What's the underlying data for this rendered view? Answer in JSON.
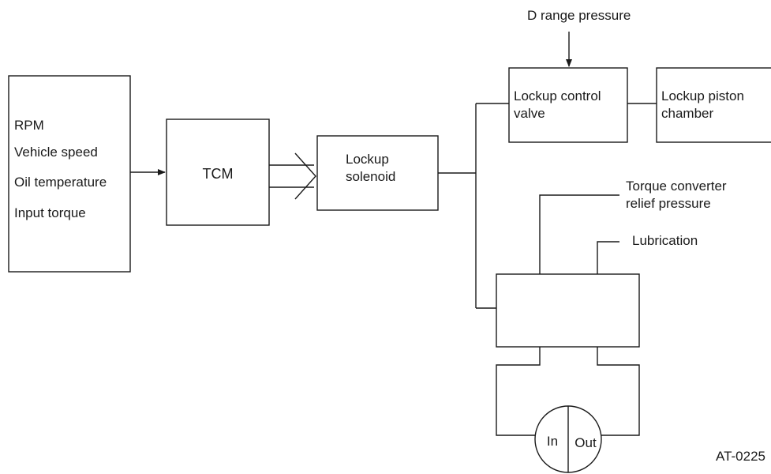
{
  "inputs_box": {
    "lines": [
      "RPM",
      "Vehicle speed",
      "Oil temperature",
      "Input torque"
    ]
  },
  "tcm_box": {
    "label": "TCM"
  },
  "solenoid_box": {
    "line1": "Lockup",
    "line2": "solenoid"
  },
  "control_valve_box": {
    "line1": "Lockup control",
    "line2": "valve"
  },
  "piston_box": {
    "line1": "Lockup piston",
    "line2": "chamber"
  },
  "d_range_label": "D range pressure",
  "relief_label": {
    "line1": "Torque converter",
    "line2": "relief pressure"
  },
  "lubrication_label": "Lubrication",
  "cooler": {
    "in_label": "In",
    "out_label": "Out"
  },
  "figure_code": "AT-0225"
}
